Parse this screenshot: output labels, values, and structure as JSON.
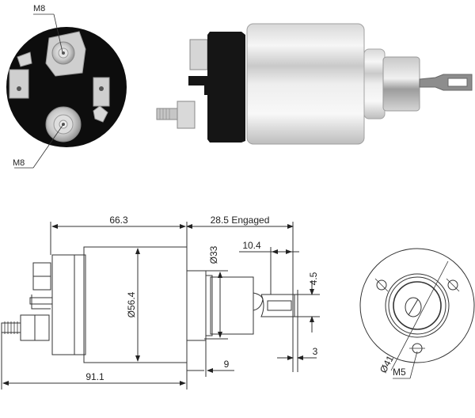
{
  "photo_end_view": {
    "callouts": [
      {
        "label": "M8",
        "target": "upper-terminal-stud"
      },
      {
        "label": "M8",
        "target": "lower-terminal-stud"
      }
    ]
  },
  "photo_side_view": {
    "subject": "starter solenoid switch"
  },
  "side_drawing": {
    "dimensions": {
      "body_length": "66.3",
      "engaged_travel": "28.5 Engaged",
      "body_diameter": "Ø56.4",
      "plunger_diameter": "Ø33",
      "eye_length": "10.4",
      "eye_width": "4.5",
      "eye_thickness": "3",
      "collar_offset": "9",
      "overall_length": "91.1"
    }
  },
  "end_drawing": {
    "dimensions": {
      "bolt_circle": "Ø41",
      "mounting_thread": "M5"
    }
  }
}
